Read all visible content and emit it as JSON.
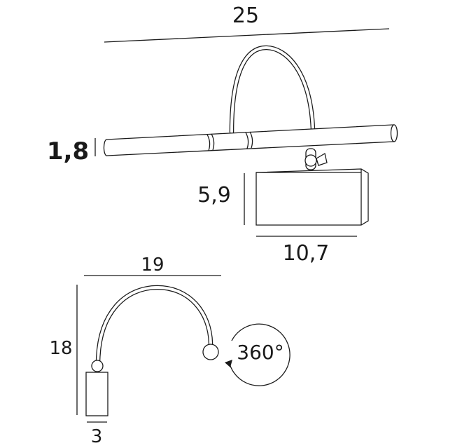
{
  "dimensions": {
    "overall_width": "25",
    "bar_diameter": "1,8",
    "head_height": "5,9",
    "head_width": "10,7",
    "side_reach": "19",
    "side_height": "18",
    "base_width": "3",
    "rotation": "360°"
  },
  "colors": {
    "line": "#1a1a1a",
    "background": "#ffffff"
  },
  "icons": {
    "rotation_arrow": "rotate-arrow-icon"
  }
}
